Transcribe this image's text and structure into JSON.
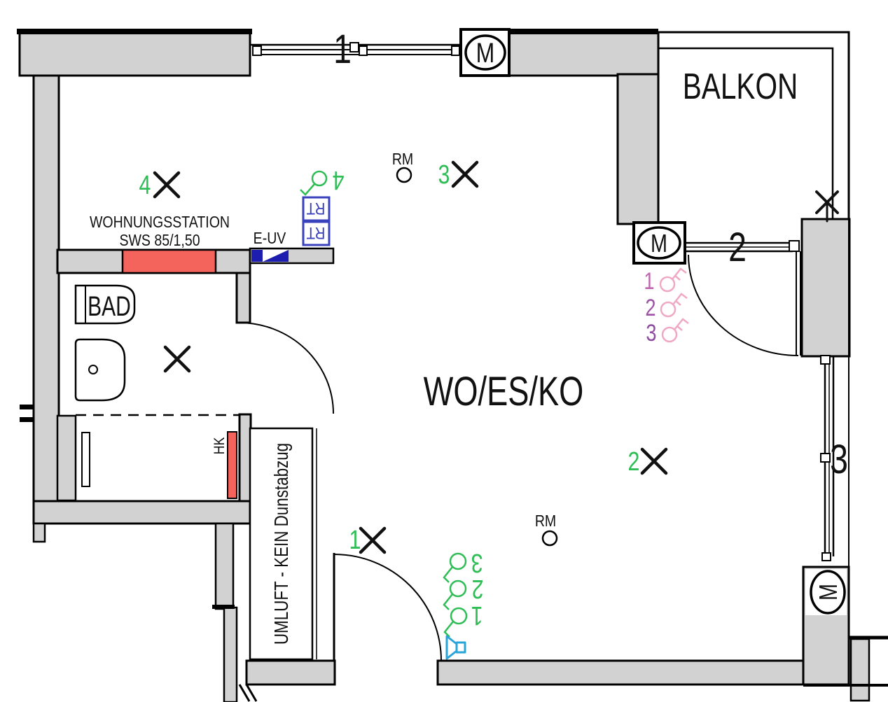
{
  "plan": {
    "rooms": {
      "bath": "BAD",
      "living": "WO/ES/KO",
      "balcony": "BALKON"
    },
    "station": {
      "line1": "WOHNUNGSSTATION",
      "line2": "SWS 85/1,50"
    },
    "labels": {
      "e_uv": "E-UV",
      "umluft": "UMLUFT - KEIN Dunstabzug",
      "hk": "HK",
      "rt": "RT",
      "rm": "RM",
      "motor": "M"
    },
    "windows": [
      {
        "id": "1",
        "color": "#a950c6"
      },
      {
        "id": "2",
        "color": "#a44ab8"
      },
      {
        "id": "3",
        "color": "#9c4bb0"
      }
    ],
    "ceiling_lights": [
      {
        "id": "1"
      },
      {
        "id": "2"
      },
      {
        "id": "3"
      },
      {
        "id": "4"
      }
    ],
    "entrance_switches": [
      {
        "id": "1"
      },
      {
        "id": "2"
      },
      {
        "id": "3"
      }
    ],
    "balcony_switches": [
      {
        "id": "1",
        "num_color": "#bd66b0"
      },
      {
        "id": "2",
        "num_color": "#9f53a6"
      },
      {
        "id": "3",
        "num_color": "#8f4da1"
      }
    ],
    "colors": {
      "wall_gray": "#d2d2d2",
      "accent_red": "#f4635c",
      "accent_green": "#2fbd55",
      "accent_blue": "#3a41bd",
      "dark_blue": "#1d1db0",
      "speaker_blue": "#2aa5d8",
      "switch_pink": "#efa9c5"
    }
  }
}
